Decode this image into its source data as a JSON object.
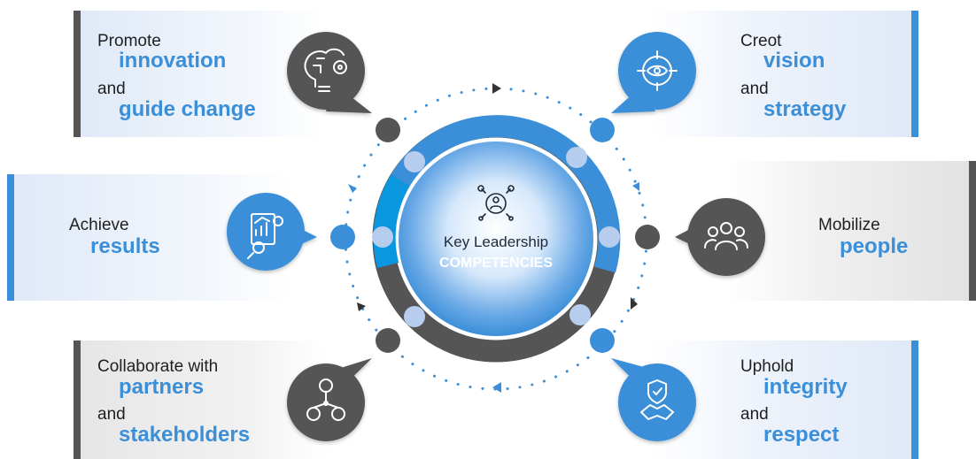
{
  "center": {
    "line1": "Key Leadership",
    "line2": "COMPETENCIES",
    "icon": "gear-head-icon"
  },
  "colors": {
    "blue": "#3b8fd8",
    "dark": "#555555",
    "light_blue": "#b7cdee",
    "text": "#1f1f1f"
  },
  "competencies": [
    {
      "plain1": "Promote",
      "bold1": "innovation",
      "plain2": "and",
      "bold2": "guide change",
      "icon": "brain-gears-icon"
    },
    {
      "plain1": "Creot",
      "bold1": "vision",
      "plain2": "and",
      "bold2": "strategy",
      "icon": "eye-target-icon"
    },
    {
      "plain1": "Achieve",
      "bold1": "results",
      "icon": "report-chart-icon"
    },
    {
      "plain1": "Mobilize",
      "bold1": "people",
      "icon": "people-group-icon"
    },
    {
      "plain1": "Collaborate with",
      "bold1": "partners",
      "plain2": "and",
      "bold2": "stakeholders",
      "icon": "network-people-icon"
    },
    {
      "plain1": "Uphold",
      "bold1": "integrity",
      "plain2": "and",
      "bold2": "respect",
      "icon": "handshake-shield-icon"
    }
  ]
}
